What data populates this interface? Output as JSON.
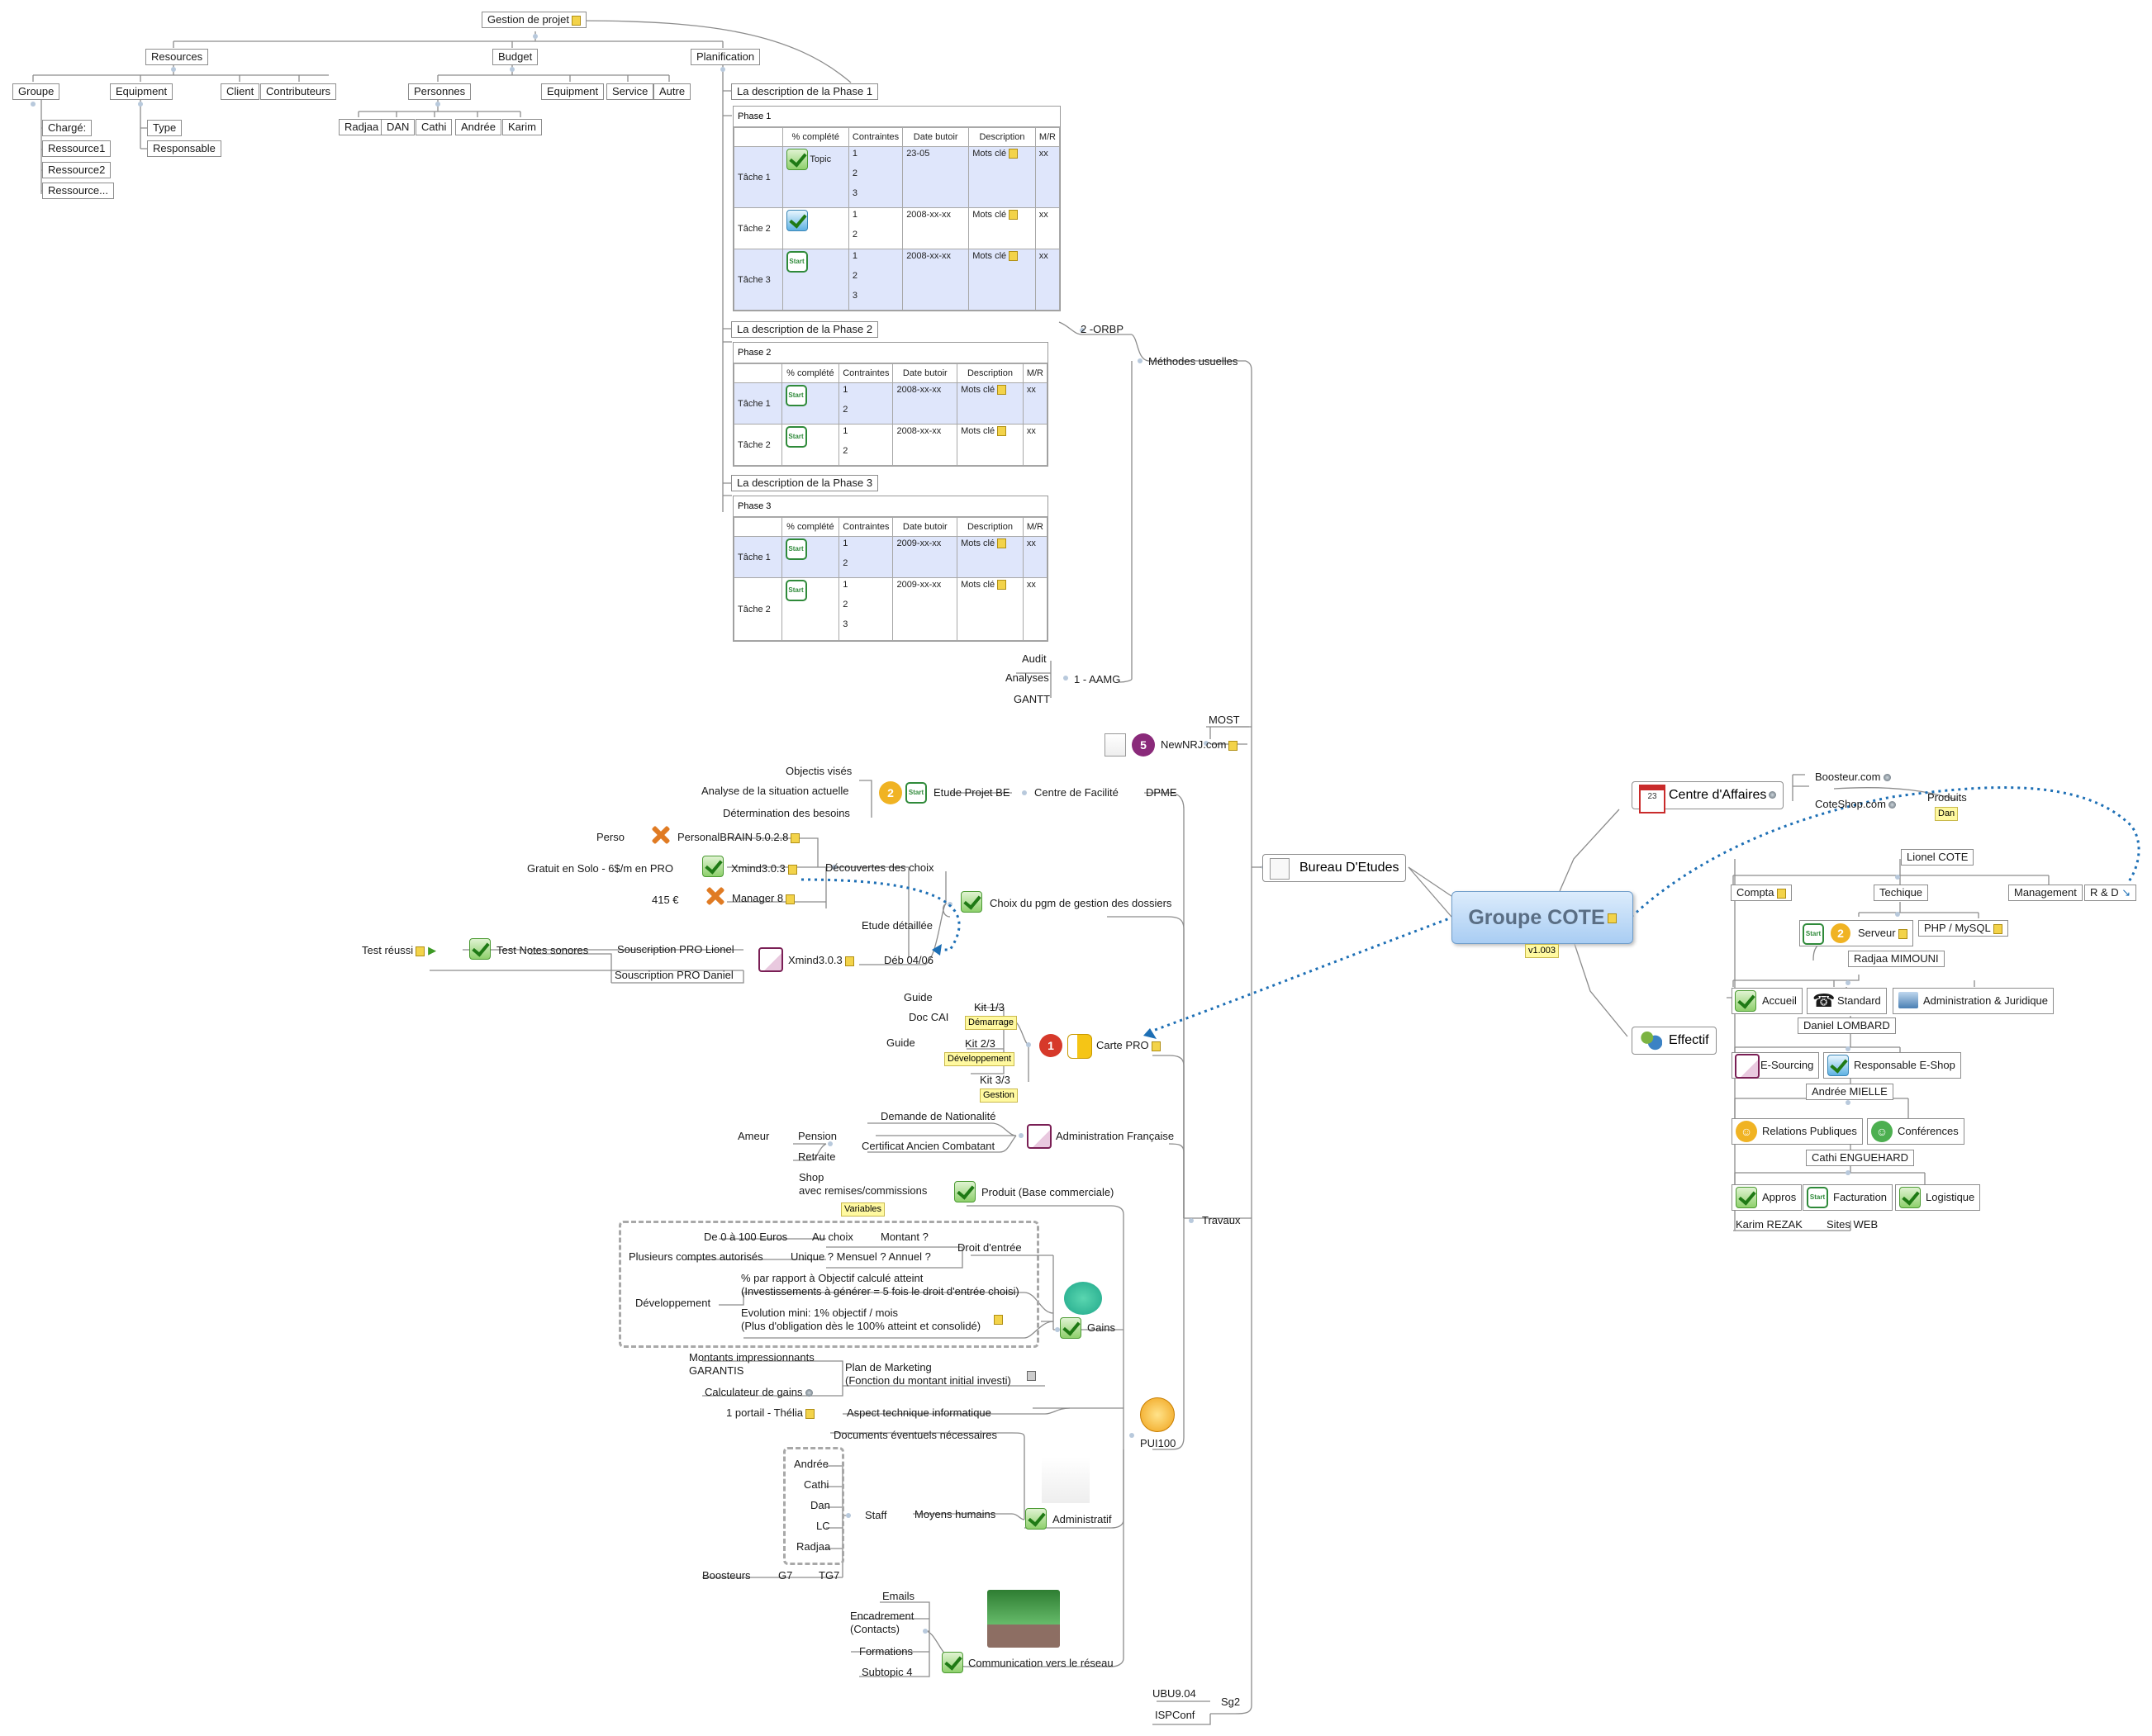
{
  "central": {
    "title": "Groupe COTE",
    "version": "v1.003"
  },
  "bureau": "Bureau D'Etudes",
  "centre": "Centre d'Affaires",
  "effectif": "Effectif",
  "top_tree": {
    "root": "Gestion de projet",
    "resources": "Resources",
    "budget": "Budget",
    "planification": "Planification",
    "groupe": "Groupe",
    "equipment": "Equipment",
    "client": "Client",
    "contributeurs": "Contributeurs",
    "charge": "Chargé:",
    "ressource1": "Ressource1",
    "ressource2": "Ressource2",
    "ressource_more": "Ressource...",
    "type": "Type",
    "responsable": "Responsable",
    "personnes": "Personnes",
    "equipment2": "Equipment",
    "service": "Service",
    "autre": "Autre",
    "people": [
      "Radjaa",
      "DAN",
      "Cathi",
      "Andrée",
      "Karim"
    ]
  },
  "phases": {
    "desc1": "La description de la Phase 1",
    "desc2": "La description de la Phase 2",
    "desc3": "La description de la Phase 3",
    "p1": "Phase 1",
    "p2": "Phase 2",
    "p3": "Phase 3",
    "h_pct": "% complété",
    "h_contr": "Contraintes",
    "h_date": "Date butoir",
    "h_desc": "Description",
    "h_mr": "M/R",
    "t1": "Tâche 1",
    "t2": "Tâche 2",
    "t3": "Tâche 3",
    "topic": "Topic",
    "mots": "Mots clé",
    "xx": "xx",
    "d1": "23-05",
    "d2": "2008-xx-xx",
    "d3": "2009-xx-xx",
    "c1": "1",
    "c2": "2",
    "c3": "3",
    "start": "Start"
  },
  "methodes": {
    "orbp": "2 -ORBP",
    "methodes": "Méthodes usuelles",
    "audit": "Audit",
    "analyses": "Analyses",
    "gantt": "GANTT",
    "aamg": "1 - AAMG",
    "most": "MOST",
    "newnrj": "NewNRJ.com"
  },
  "travaux": {
    "travaux": "Travaux",
    "dpme": "DPME",
    "centre_fac": "Centre de Facilité",
    "etude": "Etude Projet BE",
    "obj": "Objectis visés",
    "analyse": "Analyse de la situation actuelle",
    "determ": "Détermination des besoins",
    "choix": "Choix du pgm de gestion des dossiers",
    "decouv": "Découvertes des choix",
    "etude_det": "Etude détaillée",
    "deb": "Déb 04/06",
    "pbrain": "PersonalBRAIN 5.0.2.8",
    "perso": "Perso",
    "xmind": "Xmind3.0.3",
    "gratuit": "Gratuit en Solo - 6$/m en PRO",
    "manager": "Manager 8",
    "prix": "415 €",
    "xmind2": "Xmind3.0.3",
    "souscr_lionel": "Souscription PRO Lionel",
    "souscr_daniel": "Souscription PRO Daniel",
    "test_notes": "Test Notes sonores",
    "test_ok": "Test réussi",
    "carte": "Carte PRO",
    "kit1": "Kit 1/3",
    "kit2": "Kit 2/3",
    "kit3": "Kit 3/3",
    "guide1": "Guide",
    "guide2": "Guide",
    "doccai": "Doc CAI",
    "demarrage": "Démarrage",
    "developpement": "Développement",
    "gestion": "Gestion",
    "admin_fr": "Administration Française",
    "demande": "Demande de Nationalité",
    "certif": "Certificat Ancien Combatant",
    "pension": "Pension",
    "ameur": "Ameur",
    "retraite": "Retraite"
  },
  "pui": {
    "pui": "PUI100",
    "produit": "Produit (Base commerciale)",
    "shop": "Shop",
    "avec": "avec remises/commissions",
    "variables": "Variables",
    "gains": "Gains",
    "droit": "Droit d'entrée",
    "montant": "Montant ?",
    "auchoix": "Au choix",
    "de0": "De 0 à 100 Euros",
    "unique": "Unique ? Mensuel ? Annuel ?",
    "plusieurs": "Plusieurs comptes autorisés",
    "pct": "% par rapport à Objectif calculé atteint",
    "invest": "(Investissements à générer = 5 fois le droit d'entrée choisi)",
    "dev": "Développement",
    "evol": "Evolution mini: 1% objectif / mois",
    "oblig": "(Plus d'obligation dès le 100% atteint et consolidé)",
    "plan": "Plan de Marketing",
    "fonction": "(Fonction du montant initial investi)",
    "montants": "Montants impressionnants",
    "garantis": "GARANTIS",
    "calc": "Calculateur de gains",
    "aspect": "Aspect technique informatique",
    "portail": "1 portail - Thélia",
    "admin": "Administratif",
    "docs": "Documents éventuels nécessaires",
    "moyens": "Moyens humains",
    "staff": "Staff",
    "staff_list": [
      "Andrée",
      "Cathi",
      "Dan",
      "LC",
      "Radjaa"
    ],
    "tg7": "TG7",
    "g7": "G7",
    "boosteurs": "Boosteurs",
    "comm": "Communication vers le réseau",
    "emails": "Emails",
    "encad": "Encadrement",
    "contacts": "(Contacts)",
    "formations": "Formations",
    "subtopic": "Subtopic 4",
    "sg2": "Sg2",
    "ubu": "UBU9.04",
    "isp": "ISPConf"
  },
  "affaires": {
    "boosteur": "Boosteur.com",
    "coteshop": "CoteShop.com",
    "produits": "Produits",
    "dan": "Dan"
  },
  "team": {
    "lionel": "Lionel COTE",
    "compta": "Compta",
    "techique": "Techique",
    "management": "Management",
    "rd": "R & D",
    "serveur": "Serveur",
    "php": "PHP / MySQL",
    "radjaa": "Radjaa MIMOUNI",
    "accueil": "Accueil",
    "standard": "Standard",
    "admin_jur": "Administration & Juridique",
    "daniel": "Daniel LOMBARD",
    "esourcing": "E-Sourcing",
    "resp_eshop": "Responsable E-Shop",
    "andree": "Andrée MIELLE",
    "relations": "Relations Publiques",
    "conferences": "Conférences",
    "cathi": "Cathi ENGUEHARD",
    "appros": "Appros",
    "facturation": "Facturation",
    "logistique": "Logistique",
    "karim": "Karim REZAK",
    "sites": "Sites WEB"
  }
}
